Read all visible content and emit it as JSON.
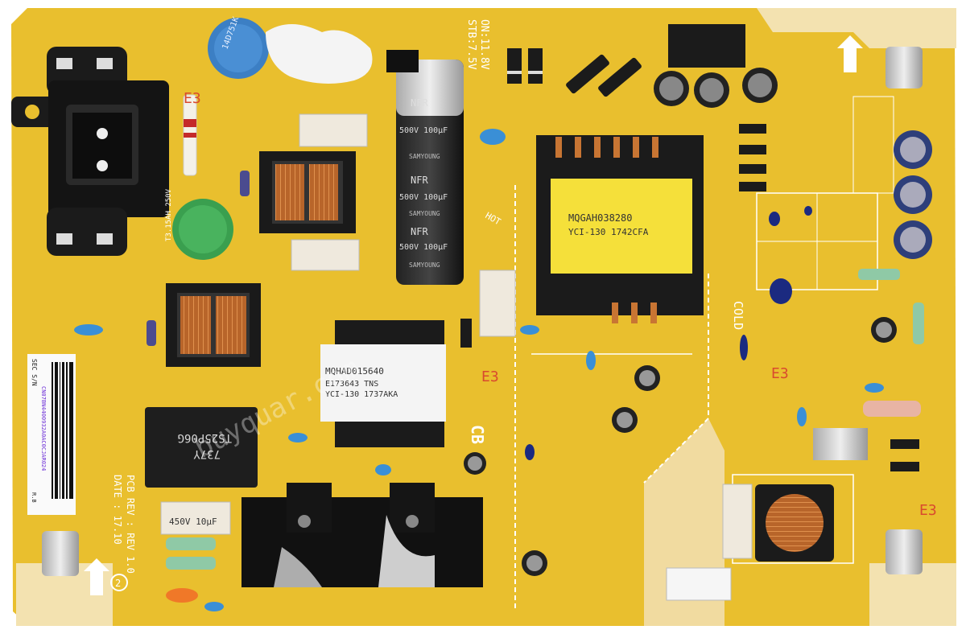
{
  "labels": {
    "stby": "STB:7.5V",
    "on": "ON:11.8V",
    "transformer_main_line1": "MQGAH038280",
    "transformer_main_line2": "YCI-130 1742CFA",
    "transformer_small_line1": "MQHAD015640",
    "transformer_small_line2": "E173643 TNS",
    "transformer_small_line3": "YCI-130 1737AKA",
    "cap_line1": "NFR",
    "cap_line2": "500V 100μF",
    "cap_brand": "SAMYOUNG",
    "cap_line3": "NFR",
    "cap_line4": "500V 100μF",
    "cap_brand2": "SAMYOUNG",
    "cap_line5": "NFR",
    "cap_line6": "500V 100μF",
    "cap_brand3": "SAMYOUNG",
    "hot": "HOT",
    "cold": "COLD",
    "cb": "CB",
    "pcb_rev": "PCB REV : REV 1.0",
    "pcb_date": "DATE : 17.10",
    "bridge_code": "TS25P06G",
    "bridge_code2": "737Y",
    "sticker_sec": "SEC S/N",
    "sticker_code": "CN07BN4400932A0AC0CJAR024",
    "sticker_rb": "R.B",
    "cap_450v": "450V 10μF",
    "fuse_label": "T3.15AH 250V",
    "e3_a": "E3",
    "e3_b": "E3",
    "e3_c": "E3",
    "e3_d": "E3",
    "watermark": "buyquar.com",
    "num_2": "2"
  },
  "colors": {
    "board": "#e9bf2e",
    "board_dark": "#d9a81f",
    "silk": "#ffffff",
    "red_silk": "#d94a2e",
    "component_black": "#1a1a1a",
    "copper": "#c87533",
    "capacitor_blue": "#3a8fd6"
  }
}
